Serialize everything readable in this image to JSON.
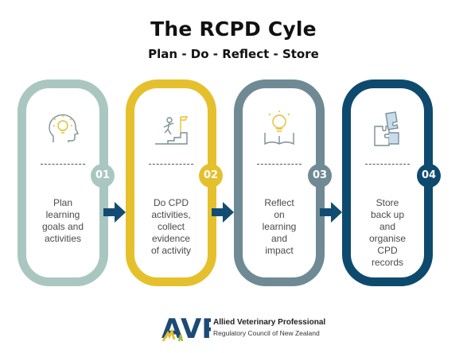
{
  "title": "The RCPD Cyle",
  "subtitle": "Plan - Do - Reflect - Store",
  "steps": [
    {
      "number": "01",
      "text": "Plan\nlearning\ngoals and\nactivities",
      "icon": "lightbulb-head-icon",
      "color": "#a9c7c0"
    },
    {
      "number": "02",
      "text": "Do CPD\nactivities,\ncollect\nevidence\nof activity",
      "icon": "stairs-goal-icon",
      "color": "#e5c02d"
    },
    {
      "number": "03",
      "text": "Reflect\non\nlearning\nand\nimpact",
      "icon": "lightbulb-book-icon",
      "color": "#6f8a94"
    },
    {
      "number": "04",
      "text": "Store\nback up\nand\norganise\nCPD\nrecords",
      "icon": "puzzle-icon",
      "color": "#0e4a6e"
    }
  ],
  "arrow_color": "#134c72",
  "footer": {
    "logo_text": "AVP",
    "name": "Allied Veterinary Professional",
    "subname": "Regulatory Council of New Zealand"
  }
}
